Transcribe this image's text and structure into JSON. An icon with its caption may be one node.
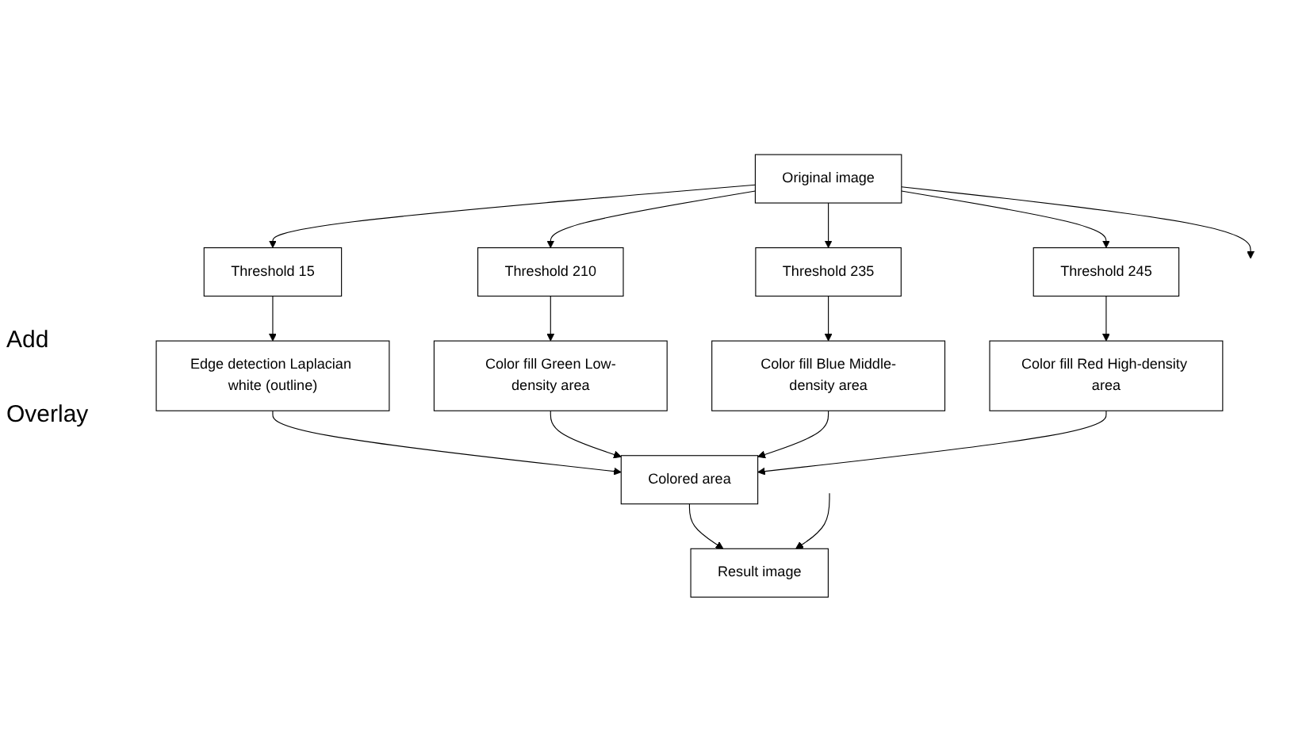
{
  "diagram": {
    "nodes": [
      {
        "text": [
          "Original image"
        ]
      },
      {
        "text": [
          "Threshold 15"
        ]
      },
      {
        "text": [
          "Threshold 210"
        ]
      },
      {
        "text": [
          "Threshold 235"
        ]
      },
      {
        "text": [
          "Threshold 245"
        ]
      },
      {
        "text": [
          "Edge detection Laplacian white (outline)"
        ]
      },
      {
        "text": [
          "Color fill Green Low-density area"
        ]
      },
      {
        "text": [
          "Color fill Blue Middle-density area"
        ]
      },
      {
        "text": [
          "Color fill Red High-density area"
        ]
      },
      {
        "text": [
          "Colored area"
        ]
      },
      {
        "text": [
          "Result image"
        ]
      }
    ],
    "edges": [
      {
        "from": 0,
        "to": 1,
        "arrow": "to"
      },
      {
        "from": 0,
        "to": 2,
        "arrow": "to"
      },
      {
        "from": 0,
        "to": 3,
        "arrow": "to"
      },
      {
        "from": 0,
        "to": 4,
        "arrow": "to"
      },
      {
        "from": 0,
        "to": null,
        "arrow": "to"
      },
      {
        "from": 1,
        "to": 5,
        "arrow": "to"
      },
      {
        "from": 2,
        "to": 6,
        "arrow": "to"
      },
      {
        "from": 3,
        "to": 7,
        "arrow": "to"
      },
      {
        "from": 4,
        "to": 8,
        "arrow": "to"
      },
      {
        "from": 5,
        "to": 9,
        "arrow": "to"
      },
      {
        "from": 6,
        "to": 9,
        "arrow": "to"
      },
      {
        "from": 7,
        "to": 9,
        "arrow": "to"
      },
      {
        "from": 8,
        "to": 9,
        "arrow": "to"
      },
      {
        "from": 9,
        "to": 10,
        "arrow": "to"
      },
      {
        "from": null,
        "to": 10,
        "arrow": "to"
      }
    ],
    "labels": [
      "Add",
      "Overlay"
    ]
  }
}
